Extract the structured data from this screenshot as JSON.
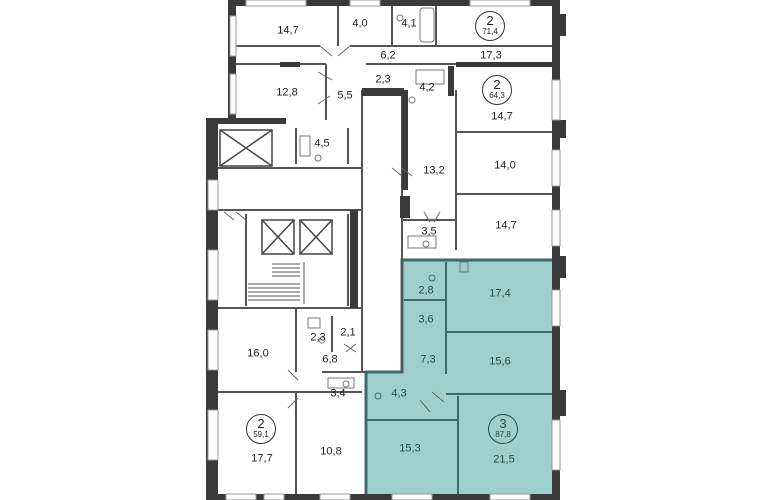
{
  "rooms": [
    {
      "id": "r1",
      "label": "14,7"
    },
    {
      "id": "r2",
      "label": "4,0"
    },
    {
      "id": "r3",
      "label": "4,1"
    },
    {
      "id": "r4",
      "label": "6,2"
    },
    {
      "id": "r5",
      "label": "17,3"
    },
    {
      "id": "r6",
      "label": "2,3"
    },
    {
      "id": "r7",
      "label": "12,8"
    },
    {
      "id": "r8",
      "label": "5,5"
    },
    {
      "id": "r9",
      "label": "4,2"
    },
    {
      "id": "r10",
      "label": "14,7"
    },
    {
      "id": "r11",
      "label": "4,5"
    },
    {
      "id": "r12",
      "label": "13,2"
    },
    {
      "id": "r13",
      "label": "14,0"
    },
    {
      "id": "r14",
      "label": "3,5"
    },
    {
      "id": "r15",
      "label": "14,7"
    },
    {
      "id": "r16",
      "label": "2,8"
    },
    {
      "id": "r17",
      "label": "17,4"
    },
    {
      "id": "r18",
      "label": "3,6"
    },
    {
      "id": "r19",
      "label": "2,1"
    },
    {
      "id": "r20",
      "label": "2,3"
    },
    {
      "id": "r21",
      "label": "16,0"
    },
    {
      "id": "r22",
      "label": "6,8"
    },
    {
      "id": "r23",
      "label": "7,3"
    },
    {
      "id": "r24",
      "label": "15,6"
    },
    {
      "id": "r25",
      "label": "3,4"
    },
    {
      "id": "r26",
      "label": "4,3"
    },
    {
      "id": "r27",
      "label": "17,7"
    },
    {
      "id": "r28",
      "label": "10,8"
    },
    {
      "id": "r29",
      "label": "15,3"
    },
    {
      "id": "r30",
      "label": "21,5"
    }
  ],
  "apartments": [
    {
      "id": "a1",
      "rooms": "2",
      "area": "71,4"
    },
    {
      "id": "a2",
      "rooms": "2",
      "area": "64,3"
    },
    {
      "id": "a3",
      "rooms": "2",
      "area": "59,1"
    },
    {
      "id": "a4",
      "rooms": "3",
      "area": "87,8",
      "highlighted": true
    }
  ],
  "colors": {
    "wall": "#3a3a3a",
    "highlight": "#9fcfcd",
    "highlight_edge": "#3d6b69",
    "line": "#555555"
  }
}
